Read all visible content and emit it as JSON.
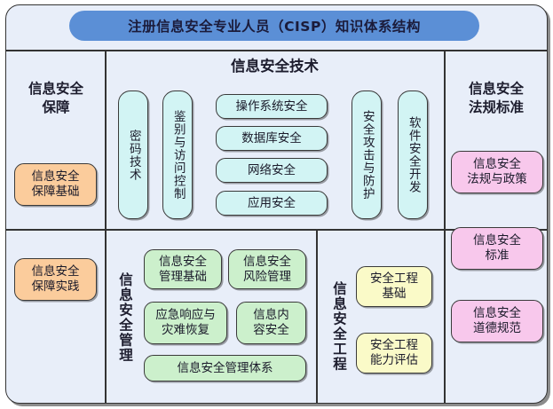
{
  "title": "注册信息安全专业人员（CISP）知识体系结构",
  "colors": {
    "title_pill": "#5b8fd6",
    "background": "#e8eef9",
    "assurance": "#fbcc9c",
    "technology": "#d2f4f4",
    "management": "#ccf0cc",
    "engineering": "#fafac8",
    "regulation": "#f8c8ec",
    "border": "#333333"
  },
  "panes": {
    "assurance": {
      "heading": "信息安全\n保障",
      "items": [
        {
          "label": "信息安全\n保障基础"
        },
        {
          "label": "信息安全\n保障实践"
        }
      ]
    },
    "technology": {
      "heading": "信息安全技术",
      "left_vertical": [
        {
          "label": "密码技术"
        },
        {
          "label": "鉴别与访问控制"
        }
      ],
      "center_items": [
        {
          "label": "操作系统安全"
        },
        {
          "label": "数据库安全"
        },
        {
          "label": "网络安全"
        },
        {
          "label": "应用安全"
        }
      ],
      "right_vertical": [
        {
          "label": "安全攻击与防护"
        },
        {
          "label": "软件安全开发"
        }
      ]
    },
    "management": {
      "heading": "信息安全管理",
      "items": [
        {
          "label": "信息安全\n管理基础"
        },
        {
          "label": "信息安全\n风险管理"
        },
        {
          "label": "应急响应与\n灾难恢复"
        },
        {
          "label": "信息内\n容安全"
        },
        {
          "label": "信息安全管理体系"
        }
      ]
    },
    "engineering": {
      "heading": "信息安全工程",
      "items": [
        {
          "label": "安全工程\n基础"
        },
        {
          "label": "安全工程\n能力评估"
        }
      ]
    },
    "regulation": {
      "heading": "信息安全\n法规标准",
      "items": [
        {
          "label": "信息安全\n法规与政策"
        },
        {
          "label": "信息安全\n标准"
        },
        {
          "label": "信息安全\n道德规范"
        }
      ]
    }
  }
}
